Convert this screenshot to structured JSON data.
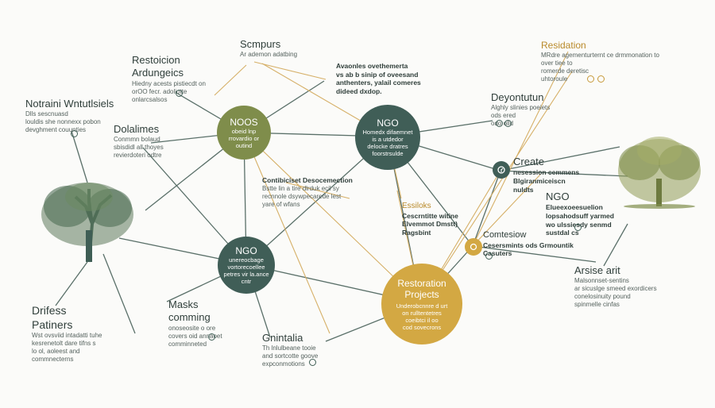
{
  "colors": {
    "olive": "#7f8d4b",
    "dark_teal": "#405e57",
    "mid_teal": "#4f6e67",
    "gold": "#d3a843",
    "line_dark": "#5a7069",
    "line_gold": "#d6b068"
  },
  "nodes": {
    "noos": {
      "title": "NOOS",
      "body": "obeid lnp\nrrovardio or\noutind"
    },
    "ngo_top": {
      "title": "NGO",
      "body": "Homedx difaemnet\nis a utdedor\ndelocke dratres\nfoorstrsulde"
    },
    "ngo_mid": {
      "title": "NGO",
      "body": "unereocbage\nvortorecoellee\npetres vir la.ance\ncntr"
    },
    "restoration": {
      "title": "Restoration\nProjects",
      "body": "Underobcnnre d urt\non rulltentetres\ncoeibtci il oo\ncod sovecrons"
    },
    "create": {
      "icon": "sprout-icon"
    },
    "comtesiow": {
      "icon": "ring-icon"
    }
  },
  "labels": {
    "scmpurs": {
      "title": "Scmpurs",
      "body": "Ar ademon adatbing"
    },
    "restoicion": {
      "title": "Restoicion\nArdungeics",
      "body": "Hiedny acests pistiecdt on\norOO fecr. adoliotte\nonlarcsalsos"
    },
    "avaonies": {
      "body": "Avaonles ovethemerta\nvs ab b sinip of oveesand\nanthenters, yalail comeres\ndideed dxdop."
    },
    "notraini": {
      "title": "Notraini Wntutlsiels",
      "body": "Dlls sescnuasd\nlouldis she nonnexx pobon\ndevghment couunties"
    },
    "dolalimes": {
      "title": "Dolalimes",
      "body": "Conmmn bolaud\nsbisdidl all thoyes\nrevierdoteri odtre"
    },
    "contibiciset": {
      "title": "Contibiciset Desocemection",
      "body": "Bstte lin a tire dlrduk ecil sy\nrecnnole dsywpecarede lest\nyare of wfans"
    },
    "essiloks": {
      "title": "Essiloks",
      "body": "Cescrntitte witine\nElvemmot Dmstt)\nRagsbint"
    },
    "residation": {
      "title": "Residation",
      "body": "MRdre agementurternt ce drmmonation to\nover tiee to\nromerde deretisc\nuhtoroule"
    },
    "deyontutun": {
      "title": "Deyontutun",
      "body": "Alghly slinies poeiets\nods ered\nodo olld"
    },
    "create": {
      "title": "Create",
      "body": "nesession cemmens\nBlgiranmiceiscn\nnuldts"
    },
    "ngo_right": {
      "title": "NGO",
      "body": "Elueexoeesuelion\nlopsahodsuff yarmed\nwo ulssiesdy senmd\nsustdal cs"
    },
    "comtesiow": {
      "title": "Comtesiow",
      "body": "Cesersmints ods Grmountik\nCasuters"
    },
    "arsise": {
      "title": "Arsise arit",
      "body": "Malsonnset-sentins\nar sicuslge smeed exordicers\nconelosinuity pound\nspinmelle cinfas"
    },
    "drifess": {
      "title": "Drifess\nPatiners",
      "body": "Wst ovsviid intadatti tuhe\nkesrenetolt dare tifns s\nlo ol, aoleest and\ncommnecterns"
    },
    "masks": {
      "title": "Masks\ncomming",
      "body": "onoseosite o ore\ncovers oid annaoet\ncomminneted"
    },
    "gnintalia": {
      "title": "Gnintalia",
      "body": "Th lnlulbeane tooie\nand sortcotte goove\nexpconmotions"
    }
  }
}
